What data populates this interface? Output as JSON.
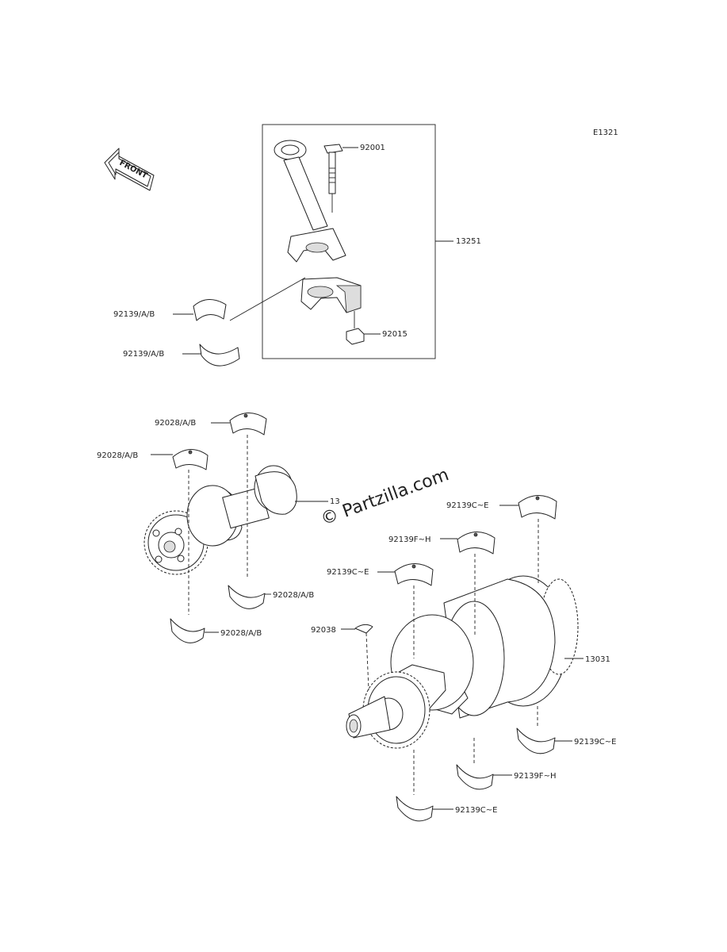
{
  "figure_id": "E1321",
  "front_label": "FRONT",
  "watermark": "© Partzilla.com",
  "labels": {
    "bolt": "92001",
    "conrod_assy": "13251",
    "nut": "92015",
    "conrod_bearing_1": "92139/A/B",
    "conrod_bearing_2": "92139/A/B",
    "balancer_bearing_1": "92028/A/B",
    "balancer_bearing_2": "92028/A/B",
    "balancer_bearing_3": "92028/A/B",
    "balancer_bearing_4": "92028/A/B",
    "balancer_shaft": "13",
    "main_bearing_top_1": "92139C~E",
    "main_bearing_top_2": "92139F~H",
    "main_bearing_top_3": "92139C~E",
    "key": "92038",
    "crankshaft": "13031",
    "main_bearing_bottom_1": "92139C~E",
    "main_bearing_bottom_2": "92139F~H",
    "main_bearing_bottom_3": "92139C~E"
  }
}
